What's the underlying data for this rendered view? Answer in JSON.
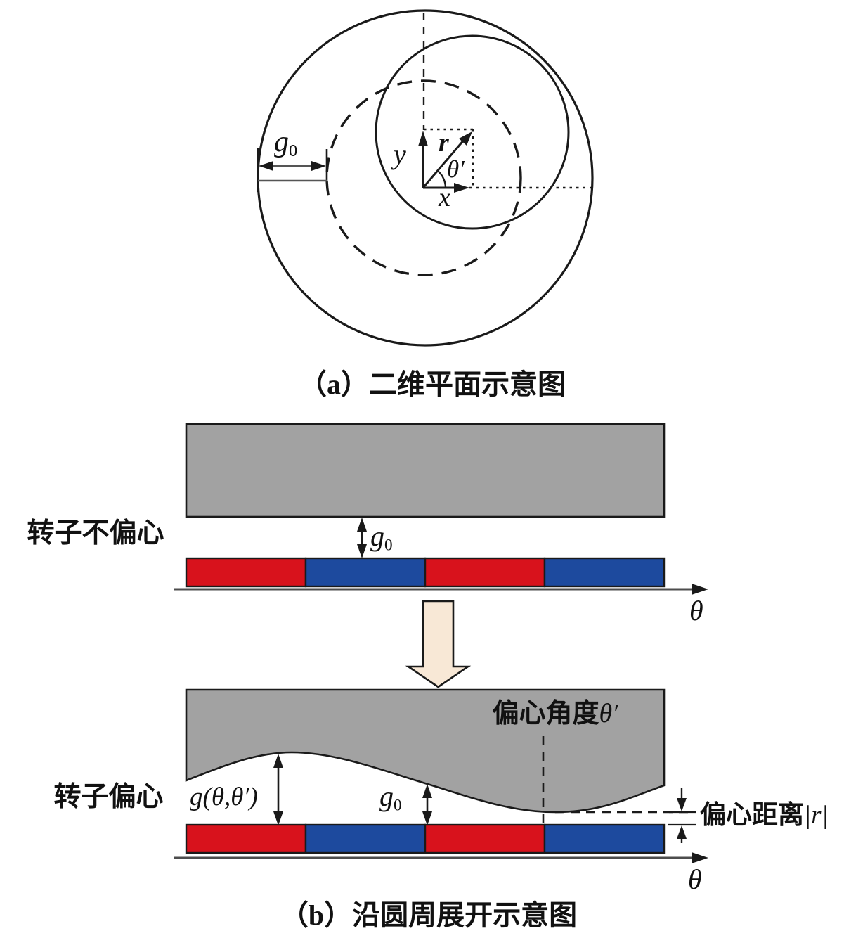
{
  "captions": {
    "a": "（a）二维平面示意图",
    "b": "（b）沿圆周展开示意图"
  },
  "panel_a": {
    "gap_label": {
      "base": "g",
      "sub": "0"
    },
    "axis_y": "y",
    "axis_x": "x",
    "radius_vector": "r",
    "ecc_angle": "θ′"
  },
  "panel_b": {
    "uniform_row": {
      "row_label": "转子不偏心",
      "gap": {
        "base": "g",
        "sub": "0"
      },
      "axis": "θ"
    },
    "eccentric_row": {
      "row_label": "转子偏心",
      "gap_function": "g(θ,θ′)",
      "gap": {
        "base": "g",
        "sub": "0"
      },
      "ecc_angle_text": "偏心角度",
      "ecc_angle_sym": "θ′",
      "ecc_dist_text": "偏心距离",
      "ecc_dist_sym": "|r|",
      "axis": "θ"
    },
    "magnet_pattern": [
      "red",
      "blue",
      "red",
      "blue"
    ]
  },
  "colors": {
    "magnet_red": "#d8121c",
    "magnet_blue": "#1d4a9e",
    "stator_gray": "#a2a2a2",
    "arrow_fill": "#f8e8d6",
    "line_dark": "#1a1a1a",
    "line_gray": "#555555"
  }
}
